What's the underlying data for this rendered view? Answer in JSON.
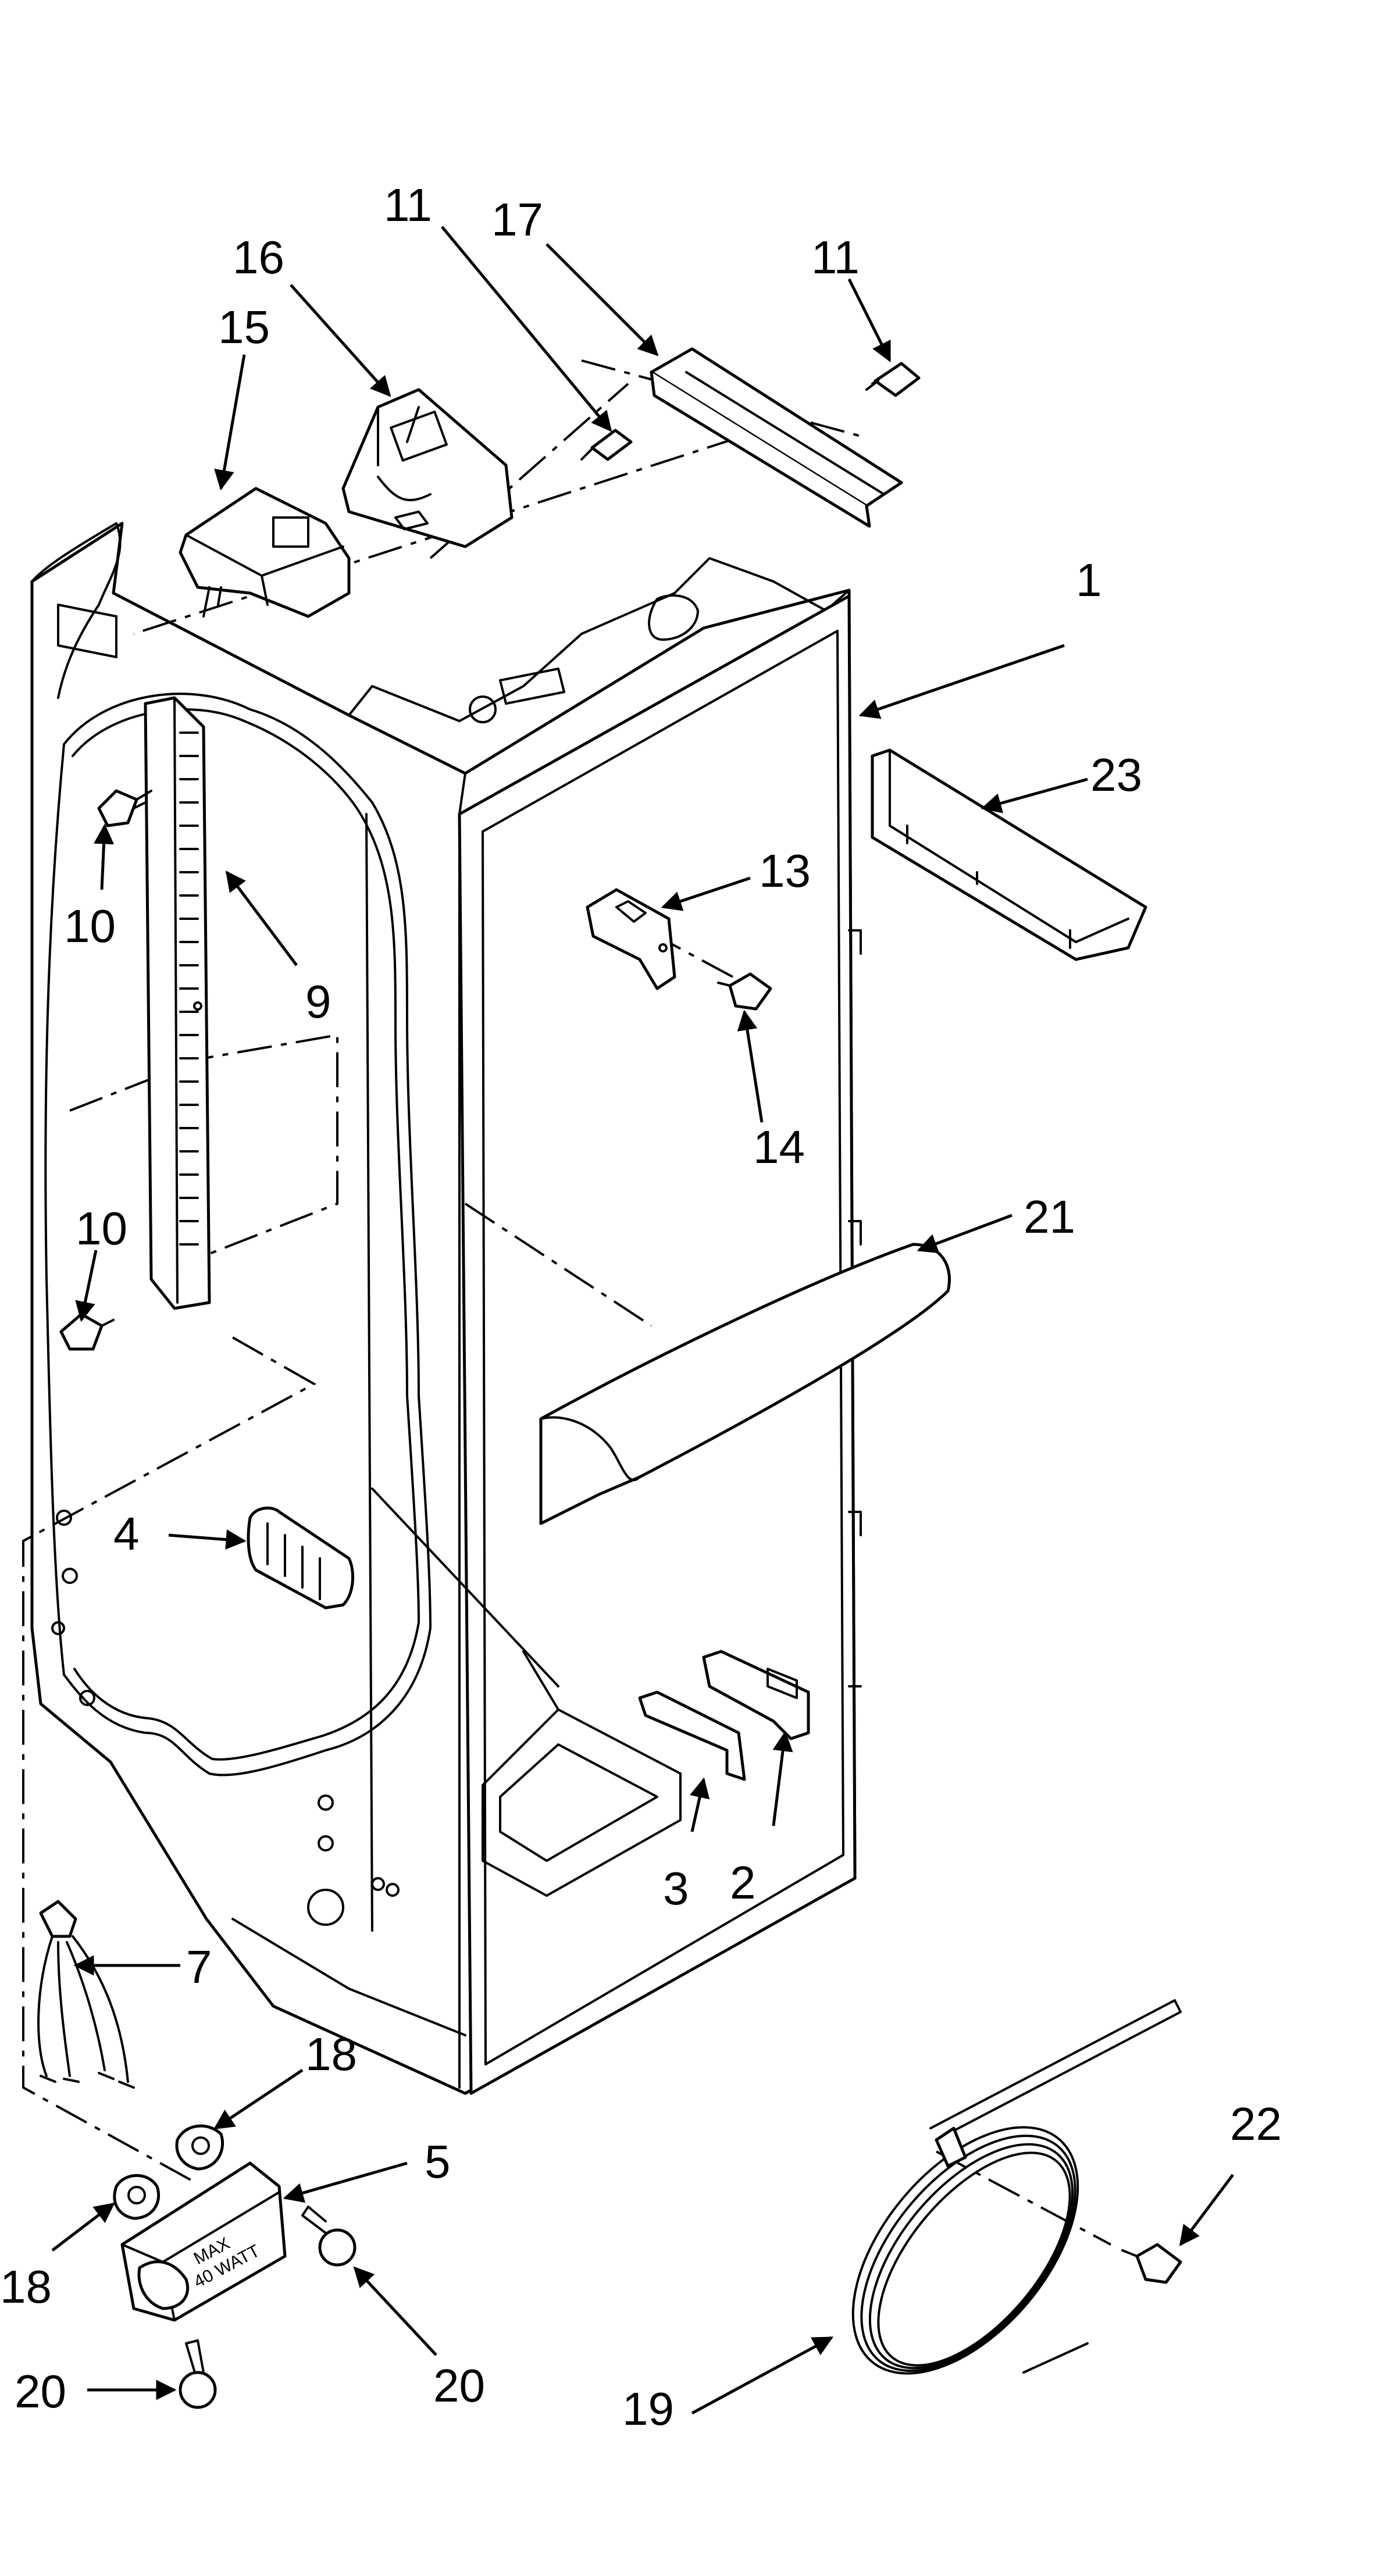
{
  "diagram": {
    "callouts": [
      {
        "id": "c1",
        "text": "1"
      },
      {
        "id": "c2",
        "text": "2"
      },
      {
        "id": "c3",
        "text": "3"
      },
      {
        "id": "c4",
        "text": "4"
      },
      {
        "id": "c5",
        "text": "5"
      },
      {
        "id": "c7",
        "text": "7"
      },
      {
        "id": "c9",
        "text": "9"
      },
      {
        "id": "c10a",
        "text": "10"
      },
      {
        "id": "c10b",
        "text": "10"
      },
      {
        "id": "c11a",
        "text": "11"
      },
      {
        "id": "c11b",
        "text": "11"
      },
      {
        "id": "c13",
        "text": "13"
      },
      {
        "id": "c14",
        "text": "14"
      },
      {
        "id": "c15",
        "text": "15"
      },
      {
        "id": "c16",
        "text": "16"
      },
      {
        "id": "c17",
        "text": "17"
      },
      {
        "id": "c18a",
        "text": "18"
      },
      {
        "id": "c18b",
        "text": "18"
      },
      {
        "id": "c19",
        "text": "19"
      },
      {
        "id": "c20a",
        "text": "20"
      },
      {
        "id": "c20b",
        "text": "20"
      },
      {
        "id": "c21",
        "text": "21"
      },
      {
        "id": "c22",
        "text": "22"
      },
      {
        "id": "c23",
        "text": "23"
      }
    ],
    "lamp_socket_label_line1": "MAX",
    "lamp_socket_label_line2": "40 WATT"
  }
}
